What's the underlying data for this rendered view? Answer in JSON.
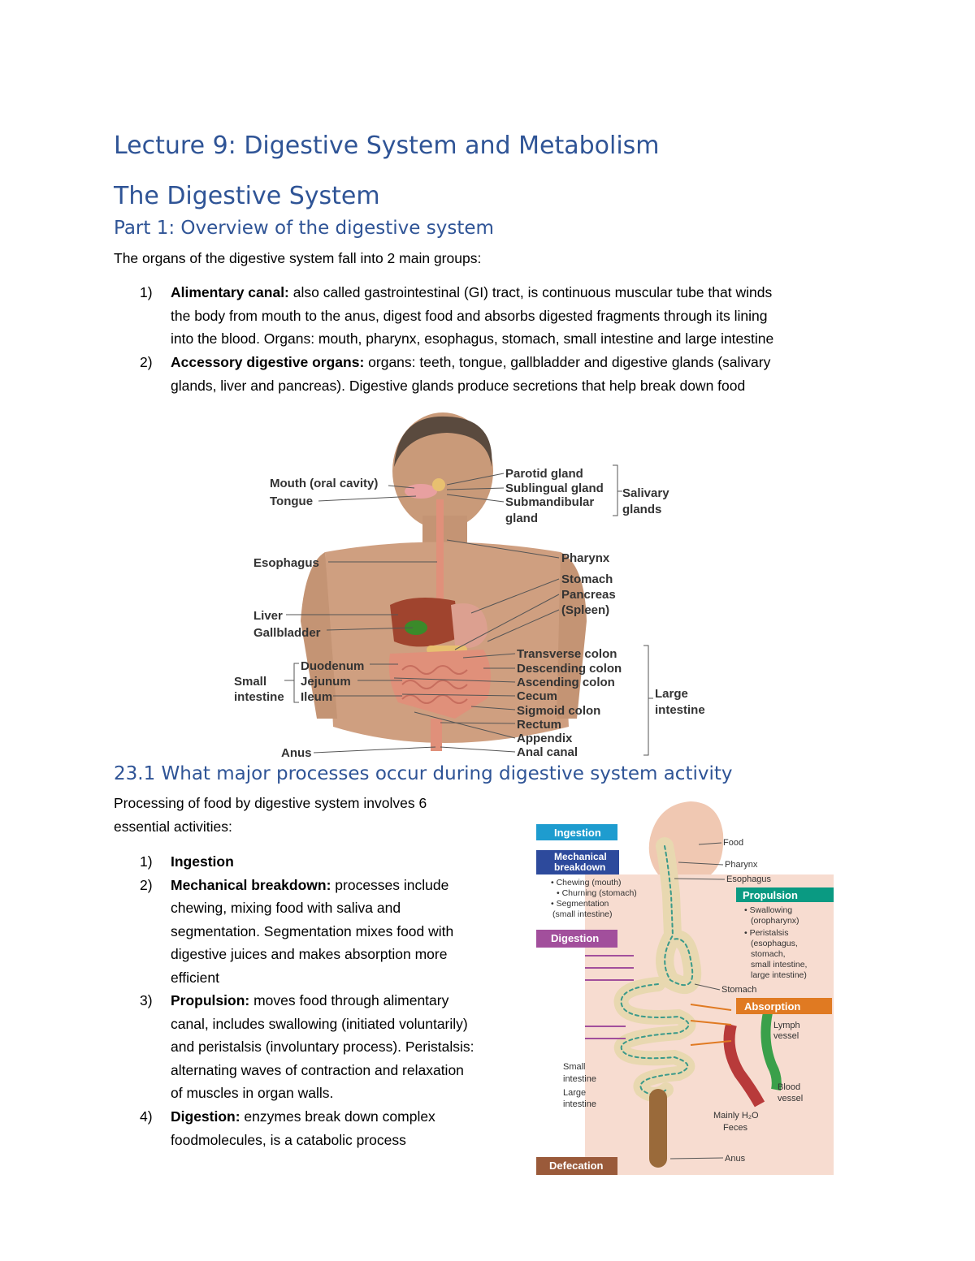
{
  "title": "Lecture 9: Digestive System and Metabolism",
  "section_title": "The Digestive System",
  "part1": {
    "heading": "Part 1: Overview of the digestive system",
    "intro": "The organs of the digestive system fall into 2 main groups:",
    "items": [
      {
        "num": "1)",
        "term": "Alimentary canal:",
        "lines": [
          " also called gastrointestinal (GI) tract, is continuous muscular tube that winds",
          "the body from mouth to the anus, digest food and absorbs digested fragments through its lining",
          "into the blood. Organs: mouth, pharynx, esophagus, stomach, small intestine and large intestine"
        ]
      },
      {
        "num": "2)",
        "term": "Accessory digestive organs:",
        "lines": [
          " organs: teeth, tongue, gallbladder and digestive glands (salivary",
          "glands, liver and pancreas). Digestive glands produce secretions that help break down food"
        ]
      }
    ]
  },
  "figure1": {
    "left_labels": [
      "Mouth (oral cavity)",
      "Tongue",
      "Esophagus",
      "Liver",
      "Gallbladder",
      "Duodenum",
      "Jejunum",
      "Ileum",
      "Small",
      "intestine",
      "Anus"
    ],
    "right_labels": [
      "Parotid gland",
      "Sublingual gland",
      "Submandibular",
      "gland",
      "Pharynx",
      "Stomach",
      "Pancreas",
      "(Spleen)",
      "Transverse colon",
      "Descending colon",
      "Ascending colon",
      "Cecum",
      "Sigmoid colon",
      "Rectum",
      "Appendix",
      "Anal canal"
    ],
    "group_labels": [
      "Salivary",
      "glands",
      "Large",
      "intestine"
    ]
  },
  "section23": {
    "heading": "23.1 What major processes occur during digestive system activity",
    "intro_lines": [
      "Processing of food by digestive system involves 6",
      "essential activities:"
    ],
    "items": [
      {
        "num": "1)",
        "term": "Ingestion",
        "lines": [
          ""
        ]
      },
      {
        "num": "2)",
        "term": "Mechanical breakdown:",
        "lines": [
          " processes include",
          "chewing, mixing food with saliva and",
          "segmentation. Segmentation mixes food with",
          "digestive juices and makes absorption more",
          "efficient"
        ]
      },
      {
        "num": "3)",
        "term": "Propulsion:",
        "lines": [
          " moves food through alimentary",
          "canal, includes swallowing (initiated voluntarily)",
          "and peristalsis (involuntary process). Peristalsis:",
          "alternating waves of contraction and relaxation",
          "of muscles in organ walls."
        ]
      },
      {
        "num": "4)",
        "term": "Digestion:",
        "lines": [
          " enzymes break down complex",
          "foodmolecules, is a catabolic process"
        ]
      }
    ]
  },
  "figure2": {
    "boxes": [
      "Ingestion",
      "Mechanical",
      "breakdown",
      "Digestion",
      "Propulsion",
      "Absorption",
      "Defecation"
    ],
    "mech_items": [
      "• Chewing (mouth)",
      "• Churning (stomach)",
      "• Segmentation",
      "(small intestine)"
    ],
    "prop_items": [
      "• Swallowing",
      "(oropharynx)",
      "• Peristalsis",
      "(esophagus,",
      "stomach,",
      "small intestine,",
      "large intestine)"
    ],
    "labels": [
      "Food",
      "Pharynx",
      "Esophagus",
      "Stomach",
      "Lymph",
      "vessel",
      "Blood",
      "vessel",
      "Small",
      "intestine",
      "Large",
      "intestine",
      "Mainly H₂O",
      "Feces",
      "Anus"
    ]
  },
  "colors": {
    "heading": "#2f5496",
    "ingestion": "#1e9ccf",
    "mechanical": "#2d4a9c",
    "digestion": "#a24f9c",
    "propulsion": "#0a9a82",
    "absorption": "#e07a22",
    "defecation": "#9a5a3a"
  }
}
